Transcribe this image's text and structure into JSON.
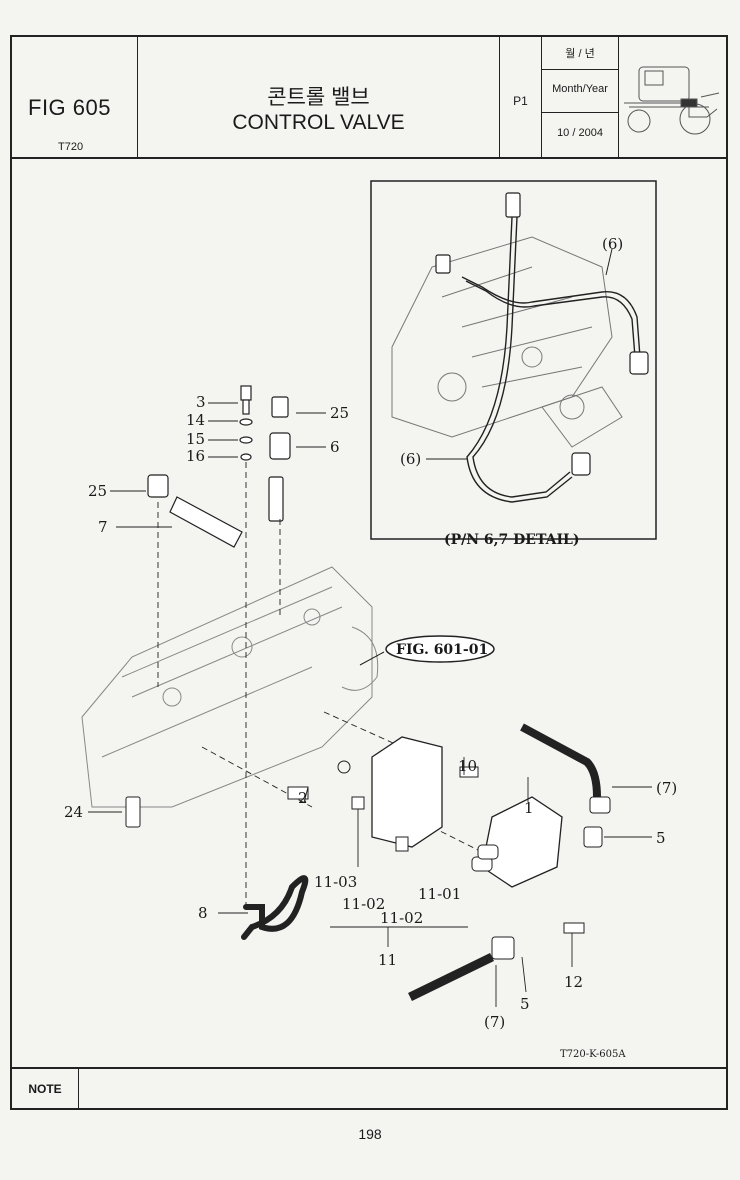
{
  "header": {
    "figure_number": "FIG 605",
    "model": "T720",
    "title_korean": "콘트롤 밸브",
    "title_english": "CONTROL VALVE",
    "page_ref": "P1",
    "month_year_korean": "월 / 년",
    "month_year_label": "Month/Year",
    "date": "10 / 2004"
  },
  "diagram": {
    "detail_caption": "(P/N 6,7 DETAIL)",
    "figure_ref": "FIG. 601-01",
    "drawing_code": "T720-K-605A",
    "callouts": [
      "3",
      "14",
      "15",
      "16",
      "25",
      "6",
      "25",
      "7",
      "24",
      "2",
      "10",
      "1",
      "(7)",
      "5",
      "11-03",
      "11-02",
      "11-01",
      "11-02",
      "11",
      "8",
      "12",
      "5",
      "(6)",
      "(7)",
      "(6)"
    ]
  },
  "note_label": "NOTE",
  "page_number": "198"
}
